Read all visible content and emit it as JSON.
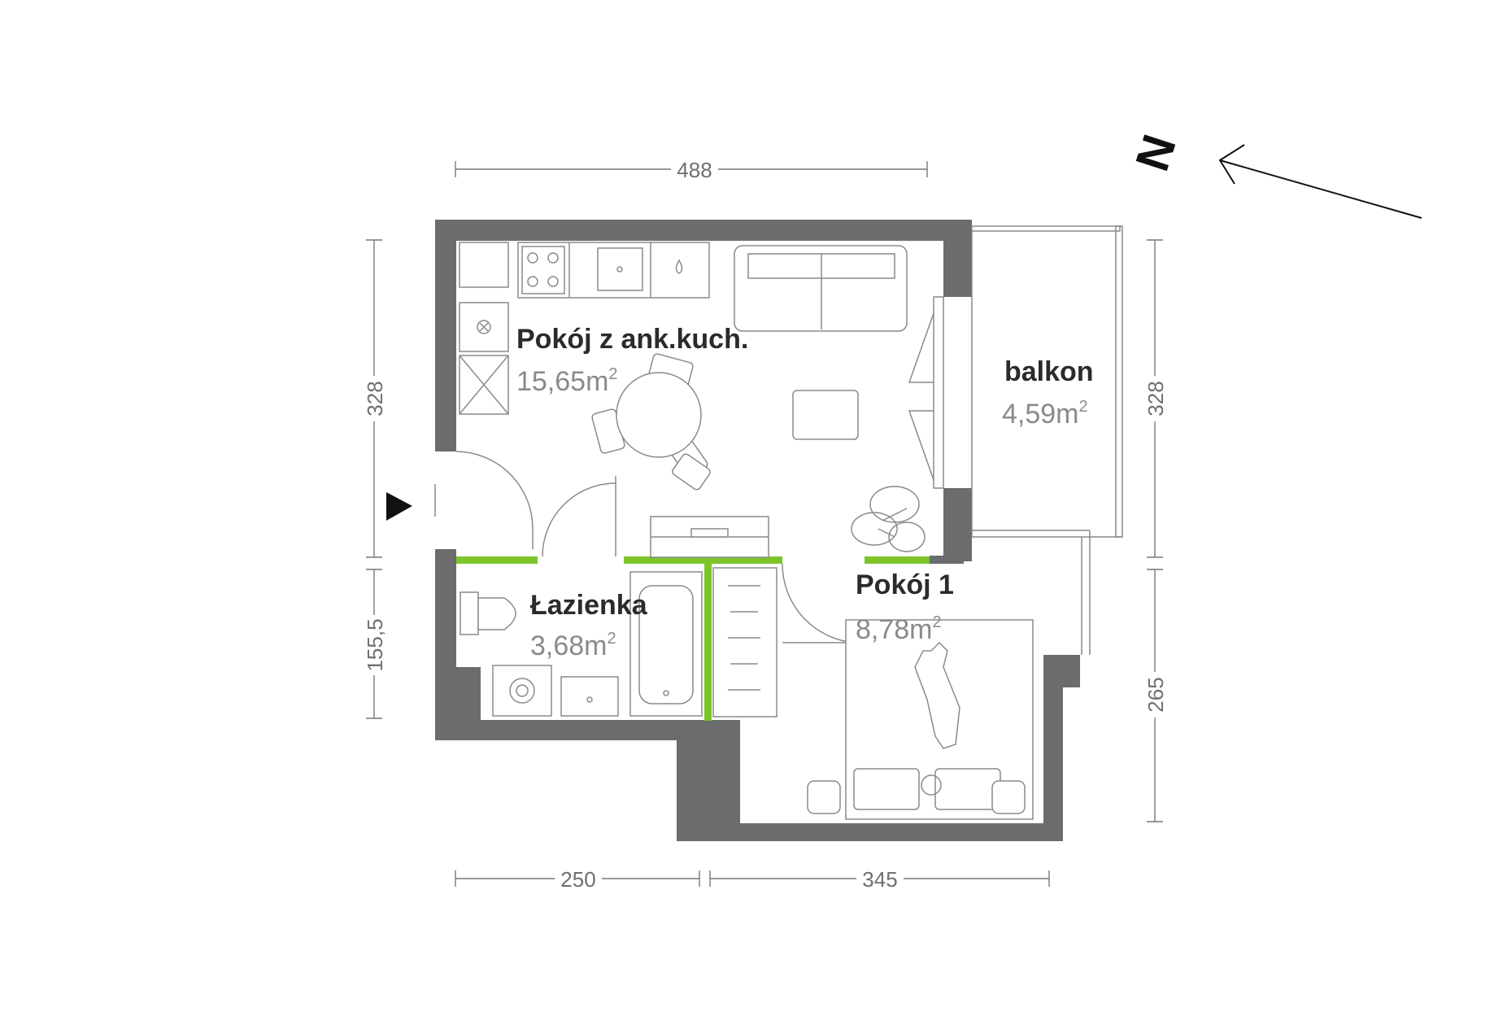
{
  "rooms": {
    "living": {
      "name": "Pokój z ank.kuch.",
      "area": "15,65m",
      "area_sup": "2"
    },
    "balcony": {
      "name": "balkon",
      "area": "4,59m",
      "area_sup": "2"
    },
    "bathroom": {
      "name": "Łazienka",
      "area": "3,68m",
      "area_sup": "2"
    },
    "bedroom": {
      "name": "Pokój 1",
      "area": "8,78m",
      "area_sup": "2"
    }
  },
  "dimensions": {
    "top_width": "488",
    "left_upper": "328",
    "left_lower": "155,5",
    "right_upper": "328",
    "right_lower": "265",
    "bottom_left": "250",
    "bottom_right": "345"
  },
  "north": {
    "label": "N"
  },
  "colors": {
    "wall": "#6b6c6e",
    "accent": "#7dc42b"
  }
}
